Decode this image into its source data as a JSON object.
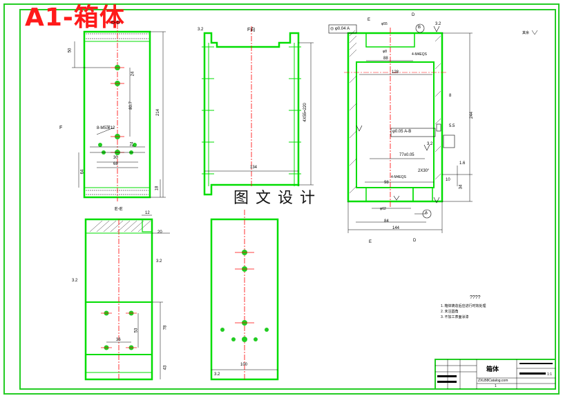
{
  "title": "A1-箱体",
  "watermark": "图文设计",
  "colors": {
    "frame": "#22cc22",
    "part": "#00dd00",
    "centerline": "#ff0000",
    "dim": "#000000",
    "title": "#ff1a1a"
  },
  "views": {
    "front": {
      "section_label": "D-D",
      "side_label": "F",
      "hole_label": "8-M5深12",
      "dims": [
        "50",
        "24",
        "80.7",
        "214",
        "24",
        "30",
        "68",
        "64",
        "18"
      ]
    },
    "side": {
      "view_label": "F向",
      "dims": [
        "4X55=220",
        "134"
      ],
      "roughness": "3.2"
    },
    "main": {
      "section_top": "E",
      "section_right": "D",
      "bottom_e": "E",
      "bottom_d": "D",
      "tolerance": "◎ φ0.04 A",
      "datum_b": "B",
      "roughness": "3.2",
      "dims": [
        "φ55",
        "φ8",
        "4-M4EQS",
        "88",
        "128",
        "244",
        "8",
        "5.5",
        "φ0.05 A-B",
        "77±0.05",
        "1.6",
        "3.2",
        "2X30°",
        "10",
        "34",
        "4-M4EQS",
        "98",
        "φ62",
        "144",
        "84"
      ],
      "datum_a": "A",
      "corner_note": "其余"
    },
    "section_e": {
      "label": "E-E",
      "dims": [
        "12",
        "20",
        "3.2",
        "3.2",
        "53",
        "78",
        "36",
        "43"
      ]
    },
    "bottom": {
      "dims": [
        "100"
      ],
      "roughness": "3.2"
    }
  },
  "notes": {
    "heading": "????",
    "items": [
      "1. 箱体铸造后应进行时效处理",
      "2. 未注圆角",
      "3. 不加工表面涂漆"
    ]
  },
  "title_block": {
    "name": "箱体",
    "scale": "1:1",
    "site": "ZXLB8Catalog.com",
    "sheet": "1"
  }
}
